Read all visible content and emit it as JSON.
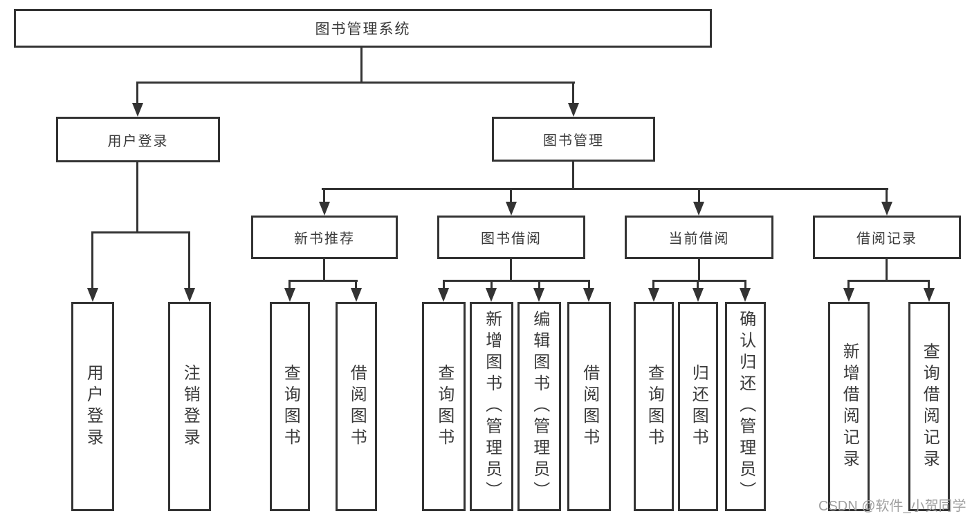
{
  "diagram": {
    "root": {
      "label": "图书管理系统"
    },
    "level2": [
      {
        "label": "用户登录"
      },
      {
        "label": "图书管理"
      }
    ],
    "level3": [
      {
        "label": "新书推荐"
      },
      {
        "label": "图书借阅"
      },
      {
        "label": "当前借阅"
      },
      {
        "label": "借阅记录"
      }
    ],
    "leaves": [
      {
        "label": "用户登录"
      },
      {
        "label": "注销登录"
      },
      {
        "label": "查询图书"
      },
      {
        "label": "借阅图书"
      },
      {
        "label": "查询图书"
      },
      {
        "label": "新增图书（管理员）"
      },
      {
        "label": "编辑图书（管理员）"
      },
      {
        "label": "借阅图书"
      },
      {
        "label": "查询图书"
      },
      {
        "label": "归还图书"
      },
      {
        "label": "确认归还（管理员）"
      },
      {
        "label": "新增借阅记录"
      },
      {
        "label": "查询借阅记录"
      }
    ]
  },
  "watermark": {
    "text": "CSDN @软件_小贺同学"
  },
  "colors": {
    "line": "#333333",
    "text": "#3a3a3a",
    "watermark": "#a0a0a0",
    "background": "#ffffff"
  }
}
